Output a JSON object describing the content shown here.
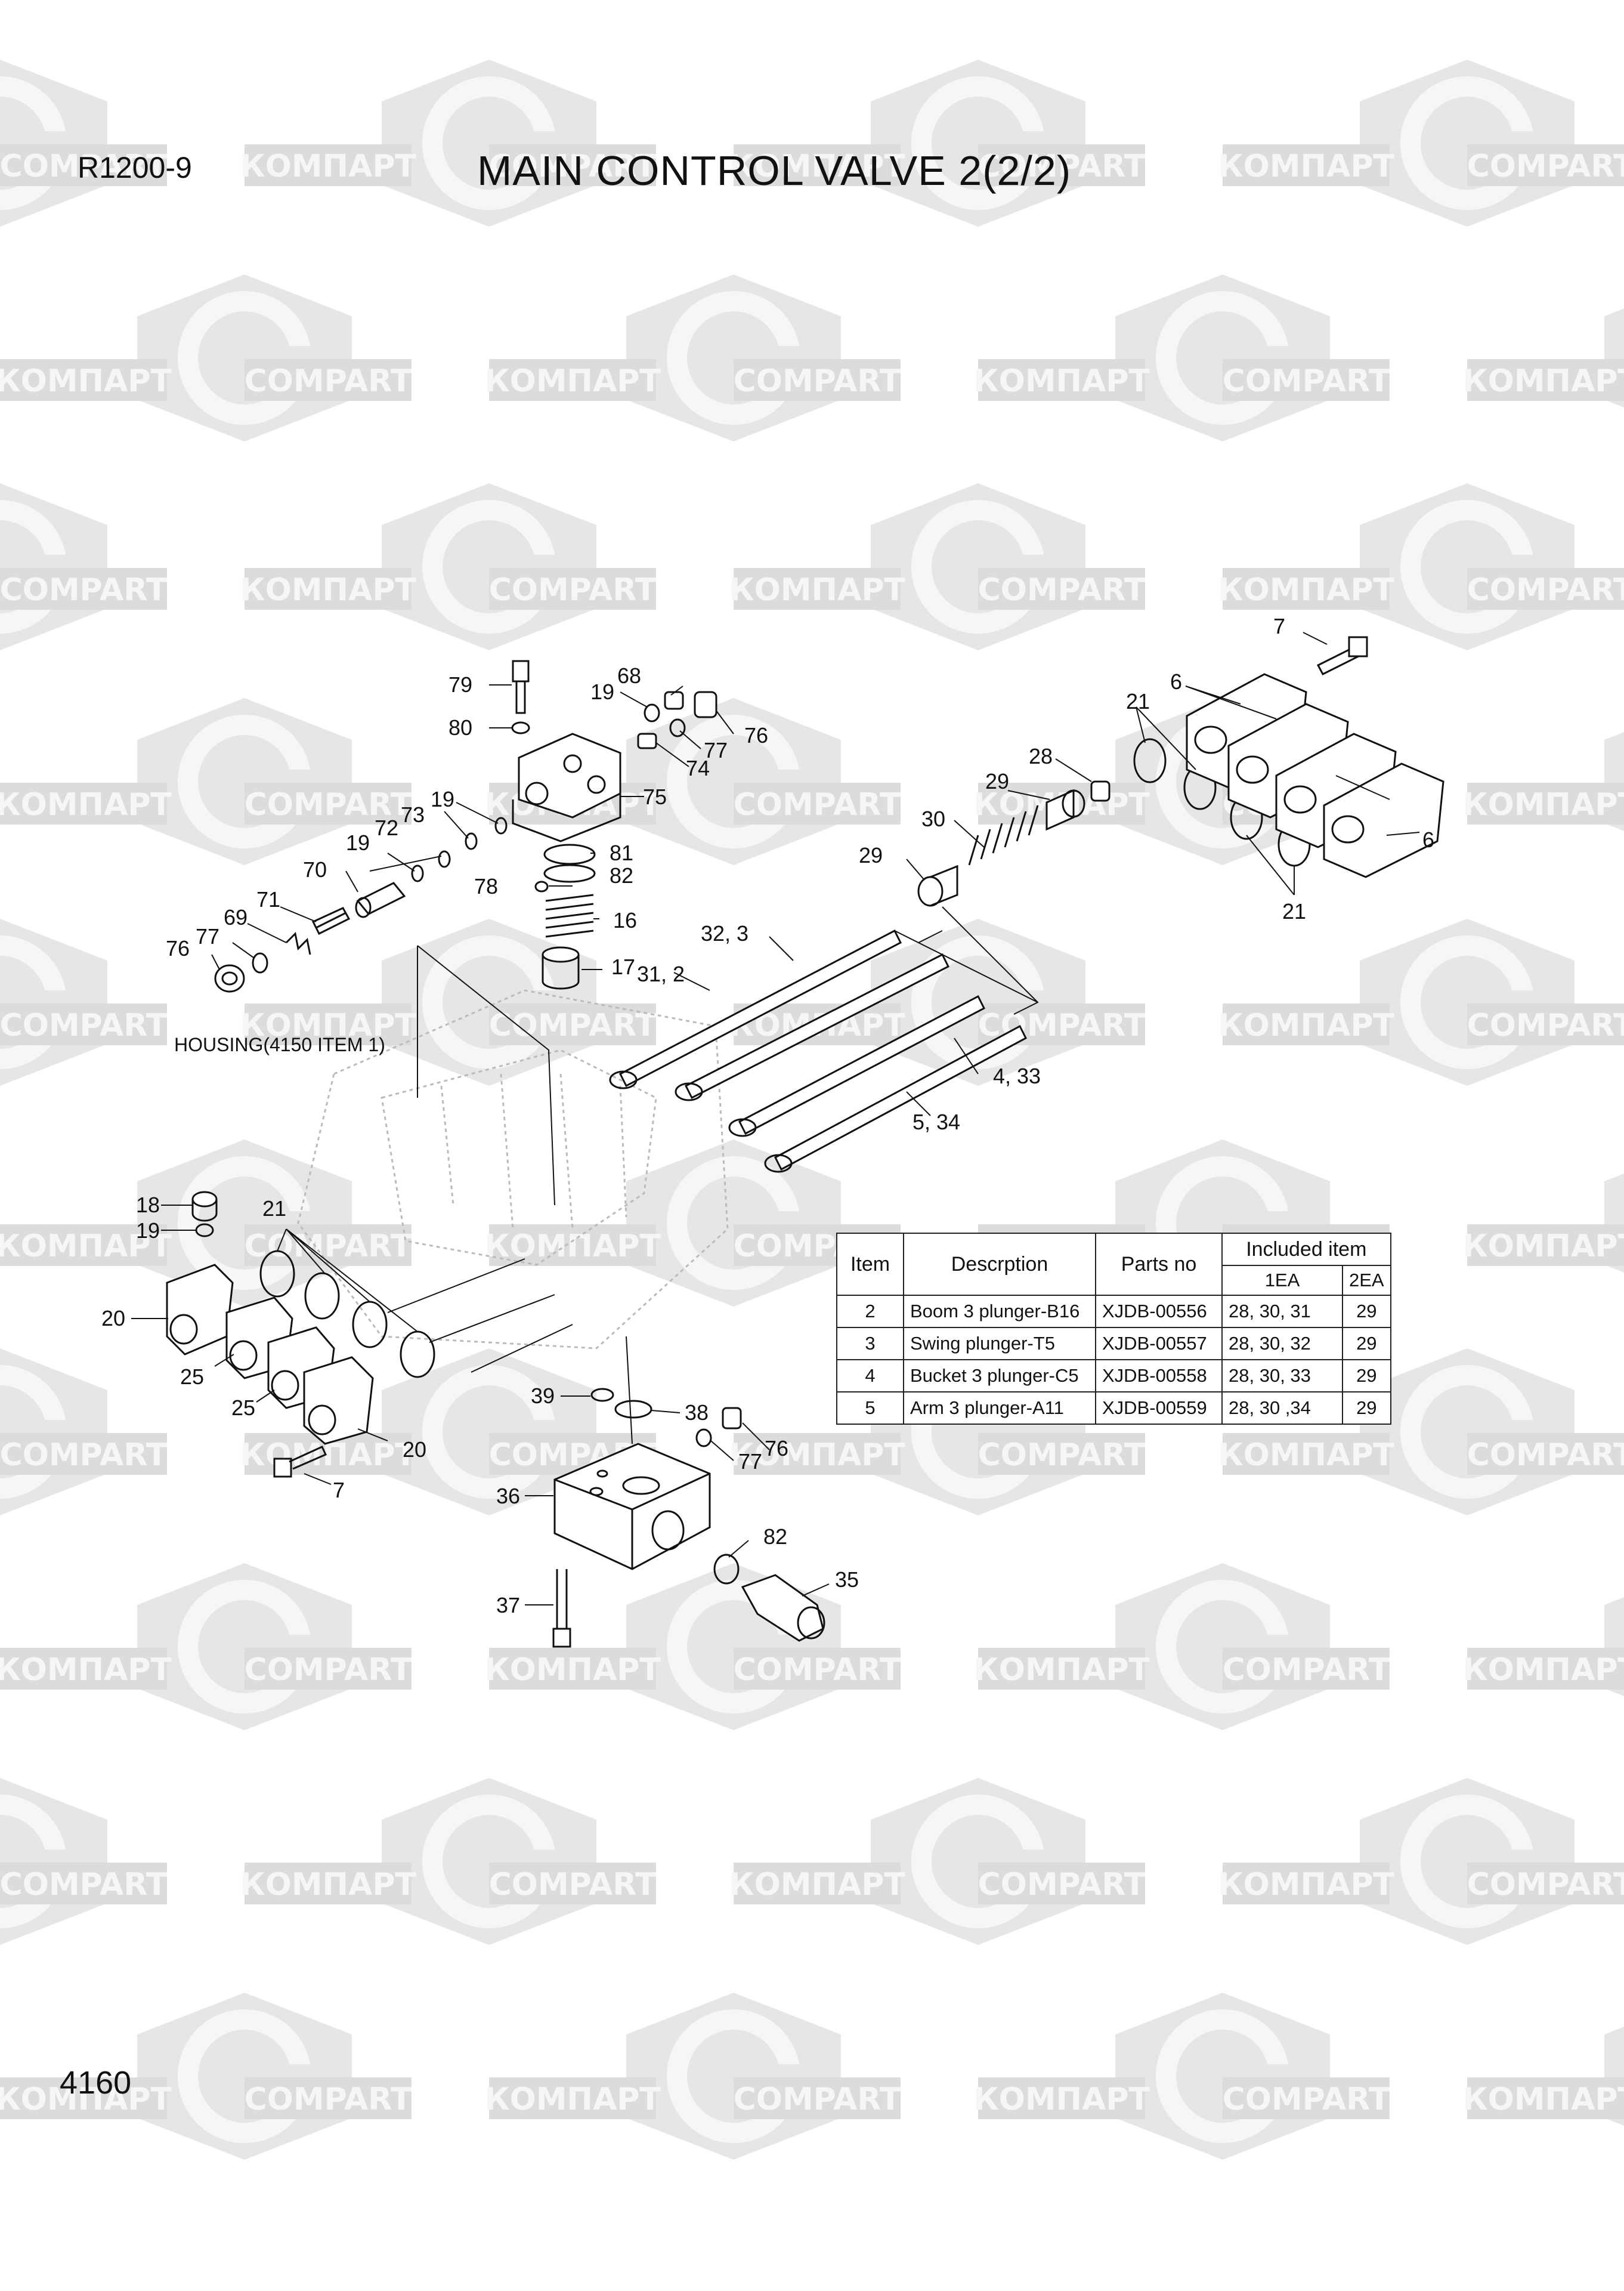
{
  "header": {
    "model": "R1200-9",
    "title": "MAIN CONTROL VALVE 2(2/2)"
  },
  "footer": {
    "page_number": "4160"
  },
  "watermark": {
    "text_ru": "КОМПАРТ",
    "text_en": "COMPART",
    "color": "#dcdcdc"
  },
  "housing_label": "HOUSING(4150 ITEM 1)",
  "callouts": {
    "c79": "79",
    "c80": "80",
    "c19a": "19",
    "c68": "68",
    "c76a": "76",
    "c77a": "77",
    "c74": "74",
    "c75": "75",
    "c19b": "19",
    "c73": "73",
    "c19c": "19",
    "c72": "72",
    "c70": "70",
    "c71": "71",
    "c69": "69",
    "c77b": "77",
    "c76b": "76",
    "c81": "81",
    "c82a": "82",
    "c78": "78",
    "c16": "16",
    "c17": "17",
    "c31_2": "31, 2",
    "c32_3": "32, 3",
    "c29a": "29",
    "c30": "30",
    "c29b": "29",
    "c28": "28",
    "c21a": "21",
    "c6a": "6",
    "c7a": "7",
    "c6b": "6",
    "c21b": "21",
    "c4_33": "4, 33",
    "c5_34": "5, 34",
    "c18": "18",
    "c19d": "19",
    "c21c": "21",
    "c20a": "20",
    "c25a": "25",
    "c25b": "25",
    "c20b": "20",
    "c7b": "7",
    "c39": "39",
    "c38": "38",
    "c76c": "76",
    "c77c": "77",
    "c36": "36",
    "c82b": "82",
    "c35": "35",
    "c37": "37"
  },
  "parts_table": {
    "headers": {
      "item": "Item",
      "description": "Descrption",
      "parts_no": "Parts no",
      "included": "Included item",
      "ea1": "1EA",
      "ea2": "2EA"
    },
    "rows": [
      {
        "item": "2",
        "description": "Boom 3 plunger-B16",
        "parts_no": "XJDB-00556",
        "ea1": "28, 30, 31",
        "ea2": "29"
      },
      {
        "item": "3",
        "description": "Swing plunger-T5",
        "parts_no": "XJDB-00557",
        "ea1": "28, 30, 32",
        "ea2": "29"
      },
      {
        "item": "4",
        "description": "Bucket 3 plunger-C5",
        "parts_no": "XJDB-00558",
        "ea1": "28, 30, 33",
        "ea2": "29"
      },
      {
        "item": "5",
        "description": "Arm 3 plunger-A11",
        "parts_no": "XJDB-00559",
        "ea1": "28, 30 ,34",
        "ea2": "29"
      }
    ]
  }
}
